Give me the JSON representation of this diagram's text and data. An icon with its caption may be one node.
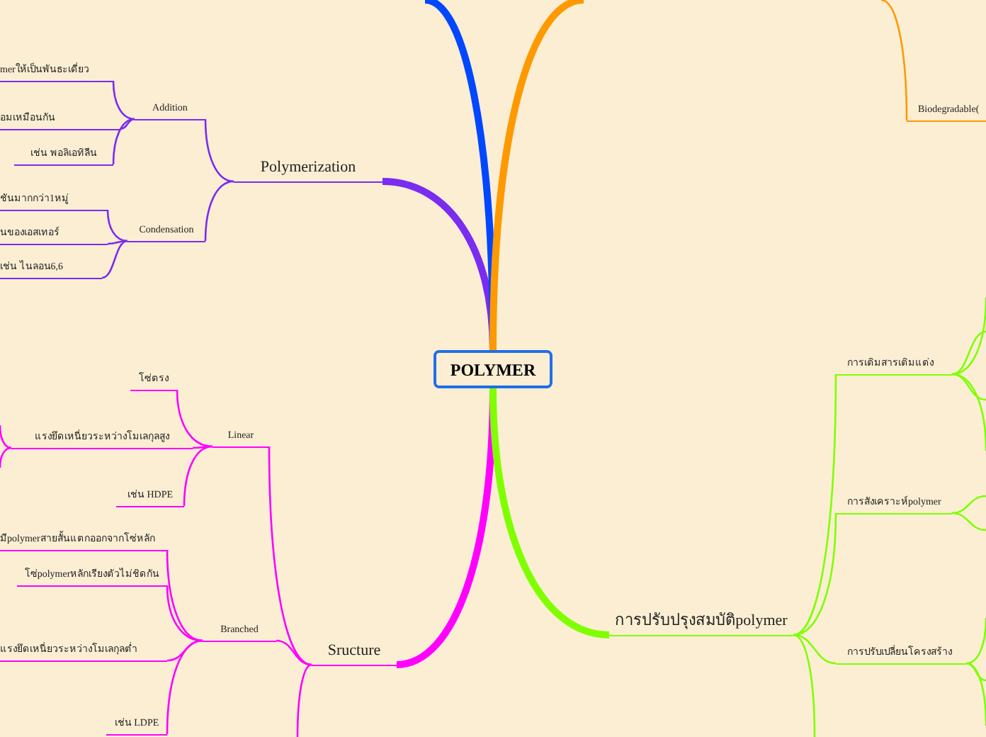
{
  "diagram": {
    "nodes": [
      {
        "text": [
          "POLYMER"
        ]
      },
      {
        "text": [
          "Polymerization"
        ]
      },
      {
        "text": [
          "Addition"
        ]
      },
      {
        "text": [
          "merให้เป็นพันธะเดี่ยว"
        ]
      },
      {
        "text": [
          "อมเหมือนกัน"
        ]
      },
      {
        "text": [
          "เช่น พอลิเอทิลีน"
        ]
      },
      {
        "text": [
          "Condensation"
        ]
      },
      {
        "text": [
          "ชันมากกว่า1หมู่"
        ]
      },
      {
        "text": [
          "นของเอสเทอร์"
        ]
      },
      {
        "text": [
          "เช่น ไนลอน6,6"
        ]
      },
      {
        "text": [
          "Sructure"
        ]
      },
      {
        "text": [
          "Linear"
        ]
      },
      {
        "text": [
          "โซ่ตรง"
        ]
      },
      {
        "text": [
          "แรงยึดเหนี่ยวระหว่างโมเลกุลสูง"
        ]
      },
      {
        "text": [
          "เช่น HDPE"
        ]
      },
      {
        "text": [
          "Branched"
        ]
      },
      {
        "text": [
          "มีpolymerสายสั้นแตกออกจากโซ่หลัก"
        ]
      },
      {
        "text": [
          "โซ่polymerหลักเรียงตัวไม่ชิดกัน"
        ]
      },
      {
        "text": [
          "แรงยึดเหนี่ยวระหว่างโมเลกุลต่ำ"
        ]
      },
      {
        "text": [
          "เช่น LDPE"
        ]
      },
      {
        "text": [
          "การปรับปรุงสมบัติpolymer"
        ]
      },
      {
        "text": [
          "การเติมสารเติมแต่ง"
        ]
      },
      {
        "text": [
          "การสังเคราะห์polymer"
        ]
      },
      {
        "text": [
          "การปรับเปลี่ยนโครงสร้าง"
        ]
      },
      {
        "text": [
          "Biodegradable("
        ]
      }
    ],
    "edges": [
      {
        "from": 0,
        "to": 1,
        "arrow": "none",
        "style": "thick",
        "color": "#7a2cf0"
      },
      {
        "from": 1,
        "to": 2,
        "arrow": "none",
        "color": "#7a2cf0"
      },
      {
        "from": 2,
        "to": 3,
        "arrow": "none",
        "color": "#7a2cf0"
      },
      {
        "from": 2,
        "to": 4,
        "arrow": "none",
        "color": "#7a2cf0"
      },
      {
        "from": 2,
        "to": 5,
        "arrow": "none",
        "color": "#7a2cf0"
      },
      {
        "from": 1,
        "to": 6,
        "arrow": "none",
        "color": "#7a2cf0"
      },
      {
        "from": 6,
        "to": 7,
        "arrow": "none",
        "color": "#7a2cf0"
      },
      {
        "from": 6,
        "to": 8,
        "arrow": "none",
        "color": "#7a2cf0"
      },
      {
        "from": 6,
        "to": 9,
        "arrow": "none",
        "color": "#7a2cf0"
      },
      {
        "from": 0,
        "to": 10,
        "arrow": "none",
        "style": "thick",
        "color": "#ff00ff"
      },
      {
        "from": 10,
        "to": 11,
        "arrow": "none",
        "color": "#ff00ff"
      },
      {
        "from": 11,
        "to": 12,
        "arrow": "none",
        "color": "#ff00ff"
      },
      {
        "from": 11,
        "to": 13,
        "arrow": "none",
        "color": "#ff00ff"
      },
      {
        "from": 11,
        "to": 14,
        "arrow": "none",
        "color": "#ff00ff"
      },
      {
        "from": 10,
        "to": 15,
        "arrow": "none",
        "color": "#ff00ff"
      },
      {
        "from": 15,
        "to": 16,
        "arrow": "none",
        "color": "#ff00ff"
      },
      {
        "from": 15,
        "to": 17,
        "arrow": "none",
        "color": "#ff00ff"
      },
      {
        "from": 15,
        "to": 18,
        "arrow": "none",
        "color": "#ff00ff"
      },
      {
        "from": 15,
        "to": 19,
        "arrow": "none",
        "color": "#ff00ff"
      },
      {
        "from": 10,
        "to": null,
        "arrow": "none",
        "color": "#ff00ff"
      },
      {
        "from": 13,
        "to": null,
        "arrow": "none",
        "color": "#ff00ff"
      },
      {
        "from": 13,
        "to": null,
        "arrow": "none",
        "color": "#ff00ff"
      },
      {
        "from": 0,
        "to": 20,
        "arrow": "none",
        "style": "thick",
        "color": "#80ff00"
      },
      {
        "from": 20,
        "to": 21,
        "arrow": "none",
        "color": "#80ff00"
      },
      {
        "from": 20,
        "to": 22,
        "arrow": "none",
        "color": "#80ff00"
      },
      {
        "from": 20,
        "to": 23,
        "arrow": "none",
        "color": "#80ff00"
      },
      {
        "from": 20,
        "to": null,
        "arrow": "none",
        "color": "#80ff00"
      },
      {
        "from": 21,
        "to": null,
        "arrow": "none",
        "color": "#80ff00"
      },
      {
        "from": 21,
        "to": null,
        "arrow": "none",
        "color": "#80ff00"
      },
      {
        "from": 21,
        "to": null,
        "arrow": "none",
        "color": "#80ff00"
      },
      {
        "from": 21,
        "to": null,
        "arrow": "none",
        "color": "#80ff00"
      },
      {
        "from": 22,
        "to": null,
        "arrow": "none",
        "color": "#80ff00"
      },
      {
        "from": 22,
        "to": null,
        "arrow": "none",
        "color": "#80ff00"
      },
      {
        "from": 23,
        "to": null,
        "arrow": "none",
        "color": "#80ff00"
      },
      {
        "from": 23,
        "to": null,
        "arrow": "none",
        "color": "#80ff00"
      },
      {
        "from": 23,
        "to": null,
        "arrow": "none",
        "color": "#80ff00"
      },
      {
        "from": 0,
        "to": null,
        "arrow": "none",
        "style": "thick",
        "color": "#0047ff"
      },
      {
        "from": 0,
        "to": null,
        "arrow": "none",
        "style": "thick",
        "color": "#ff9900"
      },
      {
        "from": null,
        "to": 24,
        "arrow": "none",
        "color": "#ff9900"
      }
    ]
  }
}
